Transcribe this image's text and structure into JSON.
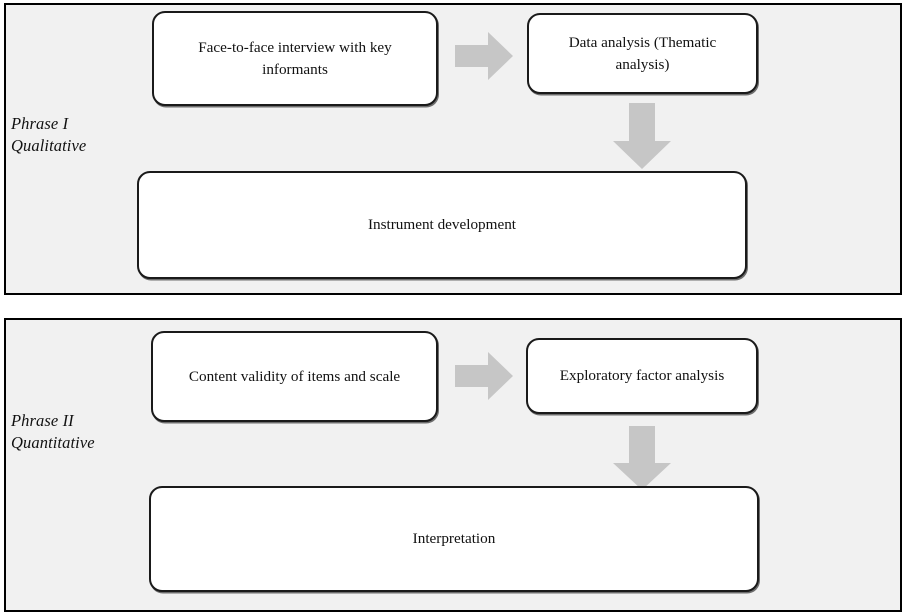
{
  "diagram": {
    "title": "Two-phase mixed-methods study design flowchart",
    "panel_background_color": "#f1f1f1",
    "box_border_color": "#1a1a1a",
    "arrow_color": "#c6c6c6"
  },
  "phases": [
    {
      "caption": "Phrase I\nQualitative",
      "caption_line_1": "Phrase I",
      "caption_line_2": "Qualitative",
      "nodes": [
        {
          "id": "interview",
          "label": "Face-to-face interview with key informants"
        },
        {
          "id": "data-analysis",
          "label": "Data analysis (Thematic analysis)"
        },
        {
          "id": "instrument",
          "label": "Instrument development"
        }
      ],
      "arrows": [
        {
          "id": "arrow-right-1",
          "direction": "right",
          "name": "right-arrow-icon"
        },
        {
          "id": "arrow-down-1",
          "direction": "down",
          "name": "down-arrow-icon"
        }
      ]
    },
    {
      "caption": "Phrase II\nQuantitative",
      "caption_line_1": "Phrase II",
      "caption_line_2": "Quantitative",
      "nodes": [
        {
          "id": "content-validity",
          "label": "Content validity of items and scale"
        },
        {
          "id": "efa",
          "label": "Exploratory factor analysis"
        },
        {
          "id": "interpretation",
          "label": "Interpretation"
        }
      ],
      "arrows": [
        {
          "id": "arrow-right-2",
          "direction": "right",
          "name": "right-arrow-icon"
        },
        {
          "id": "arrow-down-2",
          "direction": "down",
          "name": "down-arrow-icon"
        }
      ]
    }
  ]
}
